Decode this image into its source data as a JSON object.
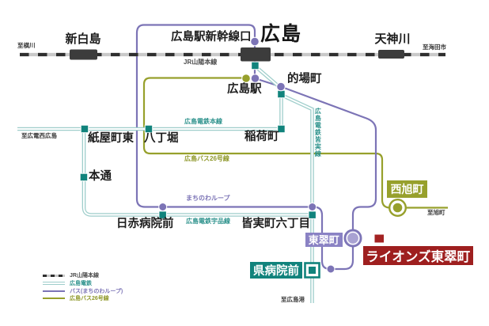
{
  "property": {
    "name": "ライオンズ東翠町",
    "color": "#9e1f1f"
  },
  "stations": {
    "shin_hakushima": "新白島",
    "hiroshima_shinkansen_exit": "広島駅新幹線口",
    "hiroshima": "広島",
    "tenjingawa": "天神川",
    "hiroshima_eki": "広島駅",
    "matobacho": "的場町",
    "kamiyacho_higashi": "紙屋町東",
    "hatchobori": "八丁堀",
    "inarimachi": "稲荷町",
    "hondori": "本通",
    "nisseki_byoin_mae": "日赤病院前",
    "minamimachi_6chome": "皆実町六丁目",
    "nishi_asahimachi": "西旭町",
    "higashi_midorimachi": "東翠町",
    "kenbyoin_mae": "県病院前"
  },
  "directions": {
    "yokogawa": "至横川",
    "kaitaichi": "至海田市",
    "hiroden_nishi_hiroshima": "至広電西広島",
    "asahimachi": "至旭町",
    "hiroshima_port": "至広島港"
  },
  "lines": {
    "jr": {
      "label": "JR山陽本線",
      "color": "#3c3c3c"
    },
    "hiroden": {
      "label": "広島電鉄",
      "color": "#9fcecb",
      "honsen_label": "広島電鉄本線",
      "ujina_label": "広島電鉄宇品線",
      "minami_label": "広島電鉄皆実線",
      "accent_color": "#11837c"
    },
    "loop_bus": {
      "label": "バス(まちのわループ)",
      "map_label": "まちのわループ",
      "color": "#7c74b6"
    },
    "bus26": {
      "label": "広島バス26号線",
      "map_label": "広島バス26号線",
      "color": "#97a02c"
    }
  },
  "legend": {
    "items": [
      {
        "label": "JR山陽本線"
      },
      {
        "label": "広島電鉄"
      },
      {
        "label": "バス(まちのわループ)"
      },
      {
        "label": "広島バス26号線"
      }
    ]
  }
}
